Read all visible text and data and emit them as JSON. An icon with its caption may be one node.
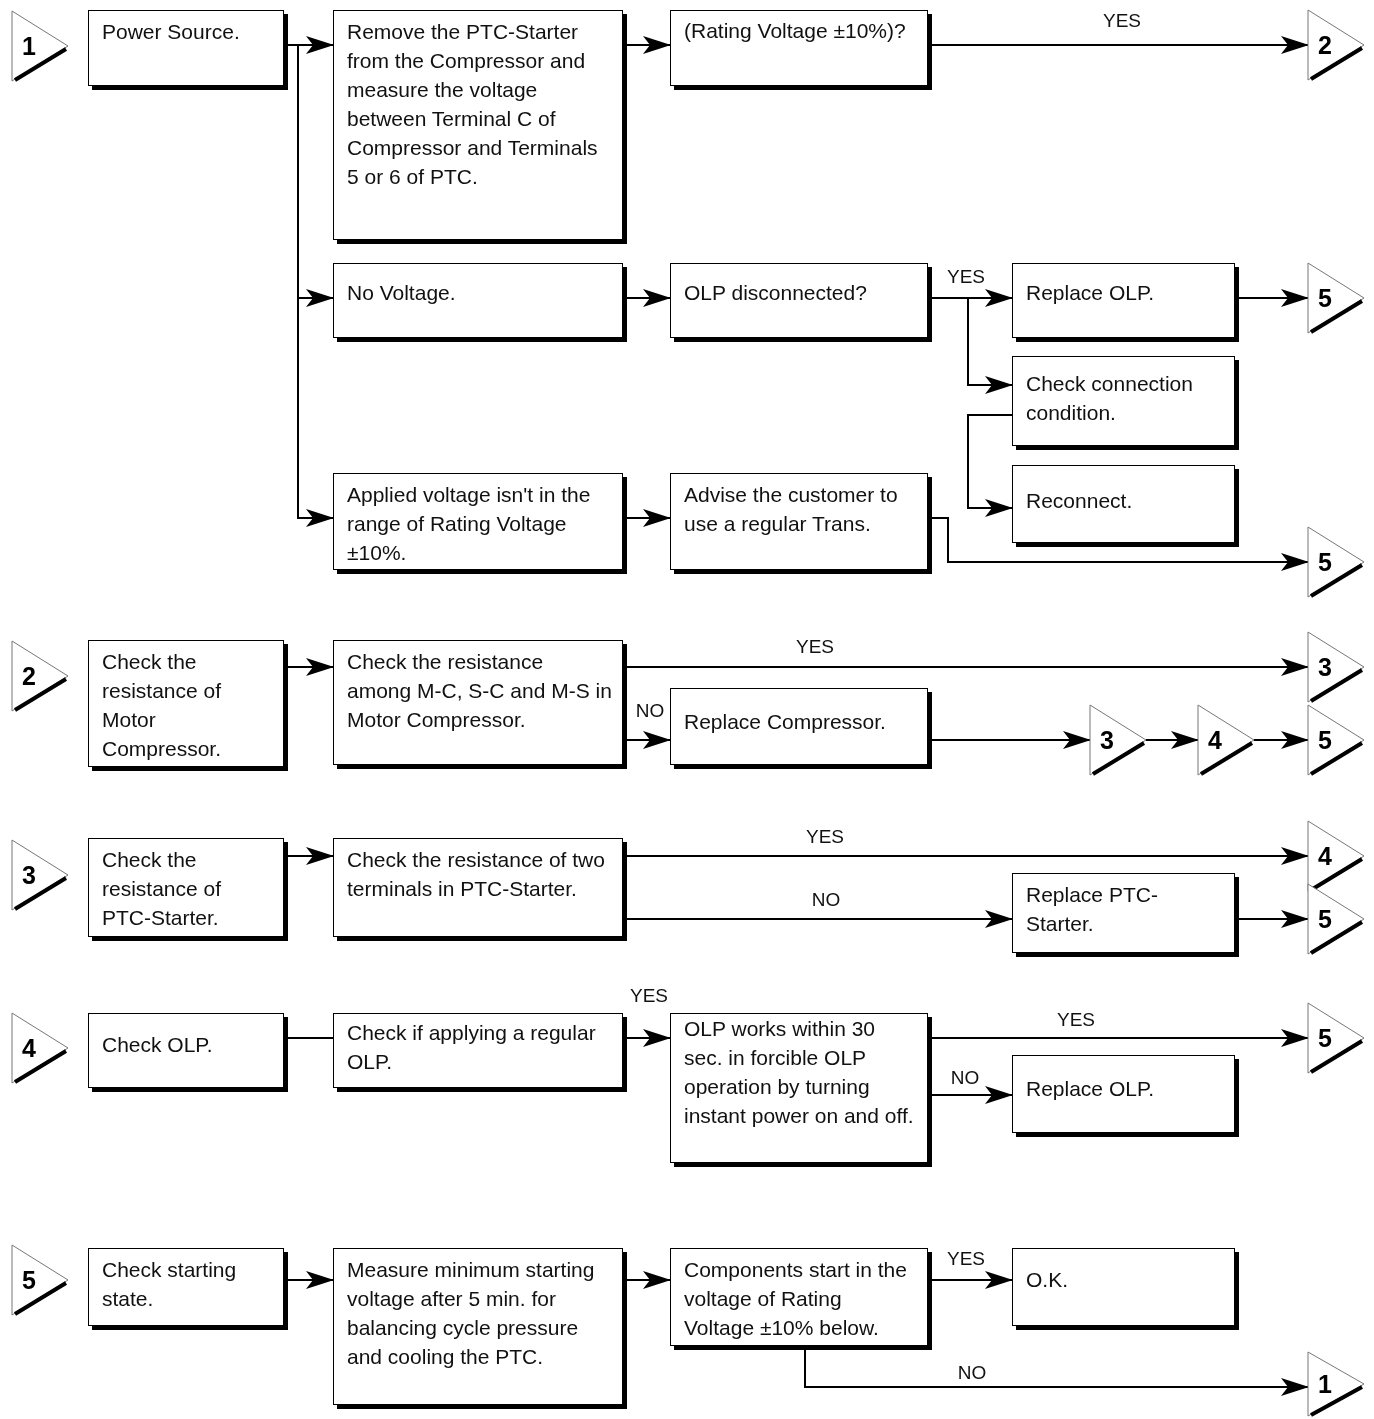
{
  "diagram": {
    "nodes": [
      {
        "text": [
          "1"
        ]
      },
      {
        "text": [
          "Power Source."
        ]
      },
      {
        "text": [
          "Remove the PTC-Starter from the Compressor and measure the voltage between Terminal C of Compressor and Terminals 5 or 6 of PTC."
        ]
      },
      {
        "text": [
          "(Rating Voltage ±10%)?"
        ]
      },
      {
        "text": [
          "2"
        ]
      },
      {
        "text": [
          "No Voltage."
        ]
      },
      {
        "text": [
          "OLP disconnected?"
        ]
      },
      {
        "text": [
          "Replace OLP."
        ]
      },
      {
        "text": [
          "5"
        ]
      },
      {
        "text": [
          "Check connection condition."
        ]
      },
      {
        "text": [
          "Reconnect."
        ]
      },
      {
        "text": [
          "Applied voltage isn't in the range of Rating Voltage ±10%."
        ]
      },
      {
        "text": [
          "Advise the customer to use a regular Trans."
        ]
      },
      {
        "text": [
          "5"
        ]
      },
      {
        "text": [
          "2"
        ]
      },
      {
        "text": [
          "Check the resistance of Motor Compressor."
        ]
      },
      {
        "text": [
          "Check the resistance among M-C, S-C and M-S in Motor Compressor."
        ]
      },
      {
        "text": [
          "3"
        ]
      },
      {
        "text": [
          "Replace Compressor."
        ]
      },
      {
        "text": [
          "3"
        ]
      },
      {
        "text": [
          "4"
        ]
      },
      {
        "text": [
          "5"
        ]
      },
      {
        "text": [
          "3"
        ]
      },
      {
        "text": [
          "Check the resistance of PTC-Starter."
        ]
      },
      {
        "text": [
          "Check the resistance of two terminals in PTC-Starter."
        ]
      },
      {
        "text": [
          "4"
        ]
      },
      {
        "text": [
          "Replace PTC-Starter."
        ]
      },
      {
        "text": [
          "5"
        ]
      },
      {
        "text": [
          "4"
        ]
      },
      {
        "text": [
          "Check OLP."
        ]
      },
      {
        "text": [
          "Check if applying a regular OLP."
        ]
      },
      {
        "text": [
          "OLP works within 30 sec. in forcible OLP operation by turning instant power on and off."
        ]
      },
      {
        "text": [
          "5"
        ]
      },
      {
        "text": [
          "Replace OLP."
        ]
      },
      {
        "text": [
          "5"
        ]
      },
      {
        "text": [
          "Check starting state."
        ]
      },
      {
        "text": [
          "Measure minimum starting voltage after 5 min. for balancing cycle pressure and cooling the PTC."
        ]
      },
      {
        "text": [
          "Components start in the voltage of Rating Voltage ±10% below."
        ]
      },
      {
        "text": [
          "O.K."
        ]
      },
      {
        "text": [
          "1"
        ]
      }
    ],
    "edges": [
      {
        "from": 1,
        "to": 2,
        "arrow": "to"
      },
      {
        "from": 1,
        "to": 5,
        "arrow": "to"
      },
      {
        "from": 1,
        "to": 11,
        "arrow": "to"
      },
      {
        "from": 2,
        "to": 3,
        "arrow": "to"
      },
      {
        "from": 3,
        "to": 4,
        "arrow": "to",
        "label": "YES"
      },
      {
        "from": 5,
        "to": 6,
        "arrow": "to"
      },
      {
        "from": 6,
        "to": 7,
        "arrow": "to",
        "label": "YES"
      },
      {
        "from": 6,
        "to": 9,
        "arrow": "to"
      },
      {
        "from": 7,
        "to": 8,
        "arrow": "to"
      },
      {
        "from": 9,
        "to": 10,
        "arrow": "to"
      },
      {
        "from": 11,
        "to": 12,
        "arrow": "to"
      },
      {
        "from": 12,
        "to": 13,
        "arrow": "to"
      },
      {
        "from": 15,
        "to": 16,
        "arrow": "to"
      },
      {
        "from": 16,
        "to": 17,
        "arrow": "to",
        "label": "YES"
      },
      {
        "from": 16,
        "to": 18,
        "arrow": "to",
        "label": "NO"
      },
      {
        "from": 18,
        "to": 19,
        "arrow": "to"
      },
      {
        "from": 19,
        "to": 20,
        "arrow": "to"
      },
      {
        "from": 20,
        "to": 21,
        "arrow": "to"
      },
      {
        "from": 23,
        "to": 24,
        "arrow": "to"
      },
      {
        "from": 24,
        "to": 25,
        "arrow": "to",
        "label": "YES"
      },
      {
        "from": 24,
        "to": 26,
        "arrow": "to",
        "label": "NO"
      },
      {
        "from": 26,
        "to": 27,
        "arrow": "to"
      },
      {
        "from": 29,
        "to": 30,
        "arrow": "none"
      },
      {
        "from": 30,
        "to": 31,
        "arrow": "to",
        "label": "YES"
      },
      {
        "from": 31,
        "to": 32,
        "arrow": "to",
        "label": "YES"
      },
      {
        "from": 31,
        "to": 33,
        "arrow": "to",
        "label": "NO"
      },
      {
        "from": 35,
        "to": 36,
        "arrow": "to"
      },
      {
        "from": 36,
        "to": 37,
        "arrow": "to"
      },
      {
        "from": 37,
        "to": 38,
        "arrow": "to",
        "label": "YES"
      },
      {
        "from": 37,
        "to": 39,
        "arrow": "to",
        "label": "NO"
      }
    ]
  }
}
